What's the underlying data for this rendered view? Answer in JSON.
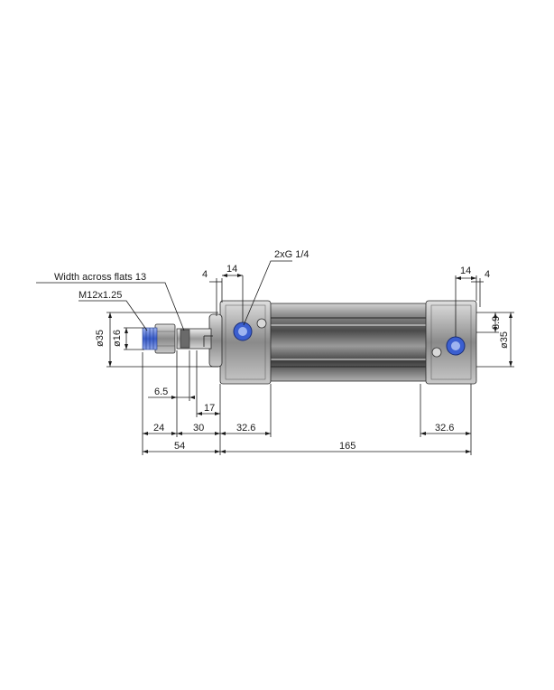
{
  "drawing": {
    "labels": {
      "width_across_flats": "Width across flats 13",
      "thread": "M12x1.25",
      "port_thread": "2xG 1/4",
      "dia_35_left": "ø35",
      "dia_16": "ø16",
      "dia_35_right": "ø35",
      "dim_8_9": "8.9",
      "dim_4_left": "4",
      "dim_14_left": "14",
      "dim_14_right": "14",
      "dim_4_right": "4",
      "dim_6_5": "6.5",
      "dim_17": "17",
      "dim_24": "24",
      "dim_30": "30",
      "dim_32_6_left": "32.6",
      "dim_32_6_right": "32.6",
      "dim_54": "54",
      "dim_165": "165"
    },
    "colors": {
      "body_dark": "#3c3c3c",
      "body_mid": "#7a7a7a",
      "body_light": "#b8b8b8",
      "port_blue": "#3b5fd0",
      "thread_blue": "#4a6fd8"
    }
  }
}
